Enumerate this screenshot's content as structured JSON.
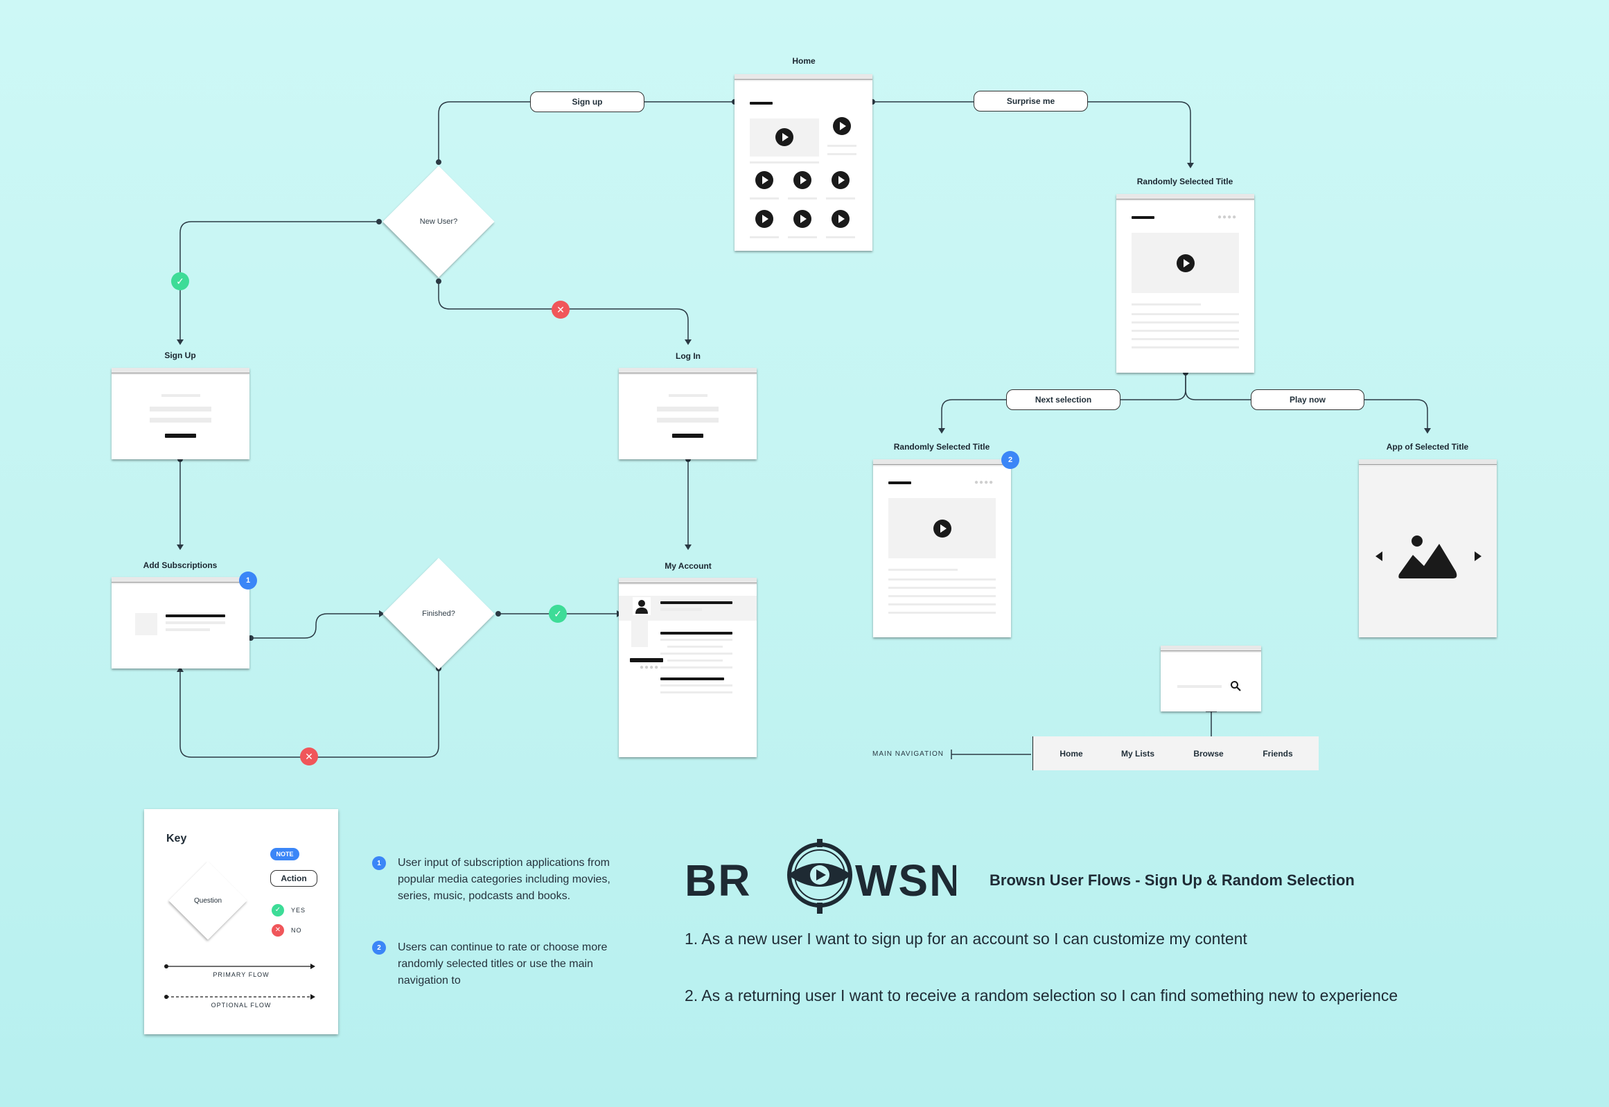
{
  "screens": {
    "home": "Home",
    "random_title_top": "Randomly Selected Title",
    "sign_up": "Sign Up",
    "log_in": "Log In",
    "add_subscriptions": "Add Subscriptions",
    "my_account": "My Account",
    "random_title_next": "Randomly Selected Title",
    "app_of_selected": "App of Selected Title"
  },
  "actions": {
    "sign_up": "Sign up",
    "surprise_me": "Surprise me",
    "next_selection": "Next selection",
    "play_now": "Play now"
  },
  "questions": {
    "new_user": "New User?",
    "finished": "Finished?"
  },
  "note_numbers": {
    "one": "1",
    "two": "2"
  },
  "navigation": {
    "label": "MAIN NAVIGATION",
    "items": [
      "Home",
      "My Lists",
      "Browse",
      "Friends"
    ]
  },
  "key": {
    "title": "Key",
    "question": "Question",
    "note": "NOTE",
    "action": "Action",
    "yes": "YES",
    "no": "NO",
    "primary_flow": "PRIMARY FLOW",
    "optional_flow": "OPTIONAL FLOW"
  },
  "notes": [
    {
      "num": "1",
      "text": "User input of subscription applications from popular media categories including movies, series, music, podcasts and books."
    },
    {
      "num": "2",
      "text": "Users can continue to rate or choose more randomly selected titles or use the main navigation to"
    }
  ],
  "brand": {
    "logo_text": "BROWSN",
    "heading": "Browsn User Flows - Sign Up & Random Selection"
  },
  "stories": [
    "1.  As a new user I want to sign up for an account so I can customize my content",
    "2. As a returning user I want to receive a random selection so I can find something new to experience"
  ],
  "colors": {
    "background": "#c4f4f2",
    "yes": "#3ddc97",
    "no": "#f0565a",
    "note": "#3b86f7",
    "line": "#2b3a44"
  }
}
